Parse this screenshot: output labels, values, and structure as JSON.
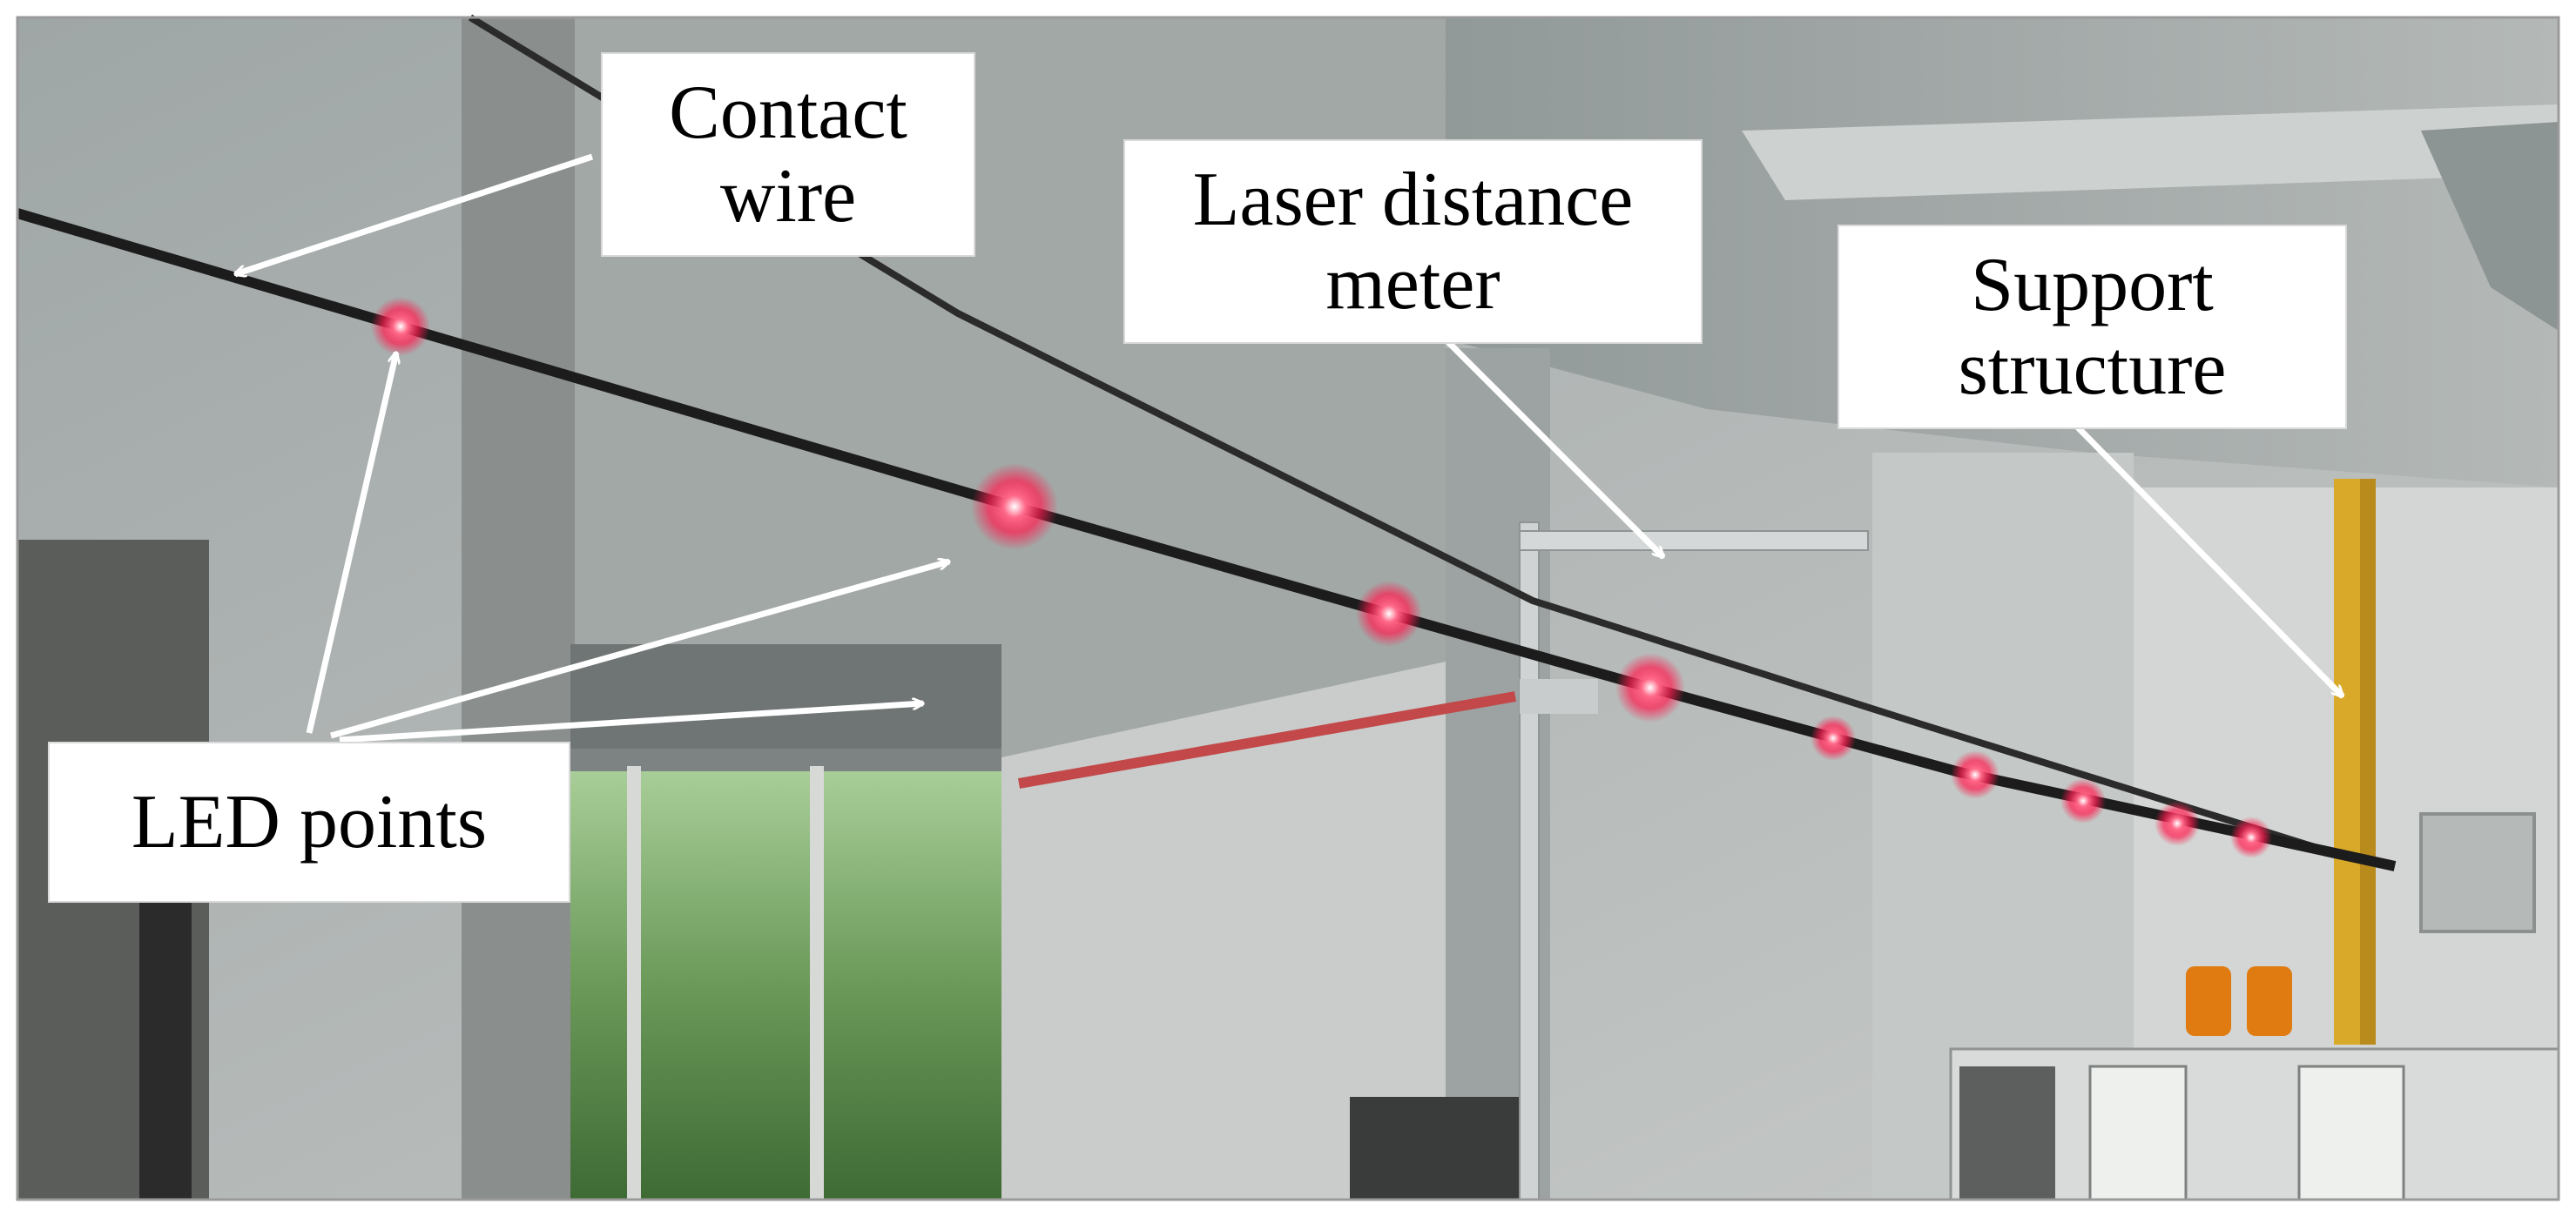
{
  "labels": {
    "contact_wire": "Contact\nwire",
    "laser_distance_meter": "Laser distance\nmeter",
    "support_structure": "Support\nstructure",
    "led_points": "LED points"
  },
  "colors": {
    "led": "#ff2a55",
    "wire": "#1c1c1c",
    "arrow": "#ffffff",
    "support_pole": "#d9a92a",
    "wall": "#b9bdbd"
  }
}
